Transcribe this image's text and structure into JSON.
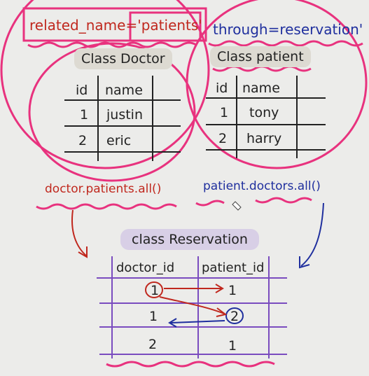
{
  "annotations": {
    "related_name": "related_name='patients'",
    "through": "through=reservation'",
    "doctor_query": "doctor.patients.all()",
    "patient_query": "patient.doctors.all()"
  },
  "doctor_table": {
    "title": "Class Doctor",
    "headers": [
      "id",
      "name"
    ],
    "rows": [
      {
        "id": "1",
        "name": "justin"
      },
      {
        "id": "2",
        "name": "eric"
      }
    ]
  },
  "patient_table": {
    "title": "Class patient",
    "headers": [
      "id",
      "name"
    ],
    "rows": [
      {
        "id": "1",
        "name": "tony"
      },
      {
        "id": "2",
        "name": "harry"
      }
    ]
  },
  "reservation_table": {
    "title": "class Reservation",
    "headers": [
      "doctor_id",
      "patient_id"
    ],
    "rows": [
      {
        "doctor_id": "1",
        "patient_id": "1"
      },
      {
        "doctor_id": "1",
        "patient_id": "2"
      },
      {
        "doctor_id": "2",
        "patient_id": "1"
      }
    ]
  },
  "colors": {
    "pink": "#e8327e",
    "red": "#c0281e",
    "blue": "#1f2f9e",
    "purple": "#7a4cbf",
    "ink": "#222222"
  }
}
